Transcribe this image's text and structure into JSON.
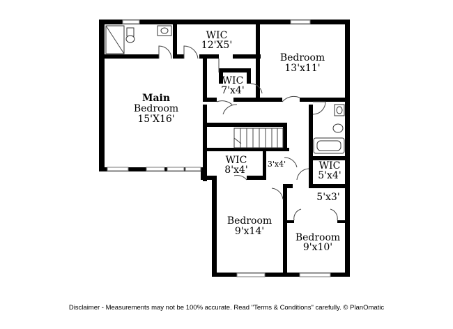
{
  "rooms": {
    "main_bedroom": {
      "name1": "Main",
      "name2": "Bedroom",
      "size": "15'X16'"
    },
    "wic_main": {
      "name": "WIC",
      "size": "12'X5'"
    },
    "bedroom_ne": {
      "name": "Bedroom",
      "size": "13'x11'"
    },
    "wic_small": {
      "name": "WIC",
      "size": "7'x4'"
    },
    "wic_mid": {
      "name": "WIC",
      "size": "8'x4'"
    },
    "closet_3x4": {
      "size": "3'x4'"
    },
    "wic_east": {
      "name": "WIC",
      "size": "5'x4'"
    },
    "closet_5x3": {
      "size": "5'x3'"
    },
    "bedroom_sw": {
      "name": "Bedroom",
      "size": "9'x14'"
    },
    "bedroom_se": {
      "name": "Bedroom",
      "size": "9'x10'"
    }
  },
  "disclaimer": "Disclaimer - Measurements may not be 100% accurate. Read \"Terms & Conditions\" carefully. © PlanOmatic",
  "colors": {
    "wall": "#000000",
    "background": "#ffffff"
  }
}
